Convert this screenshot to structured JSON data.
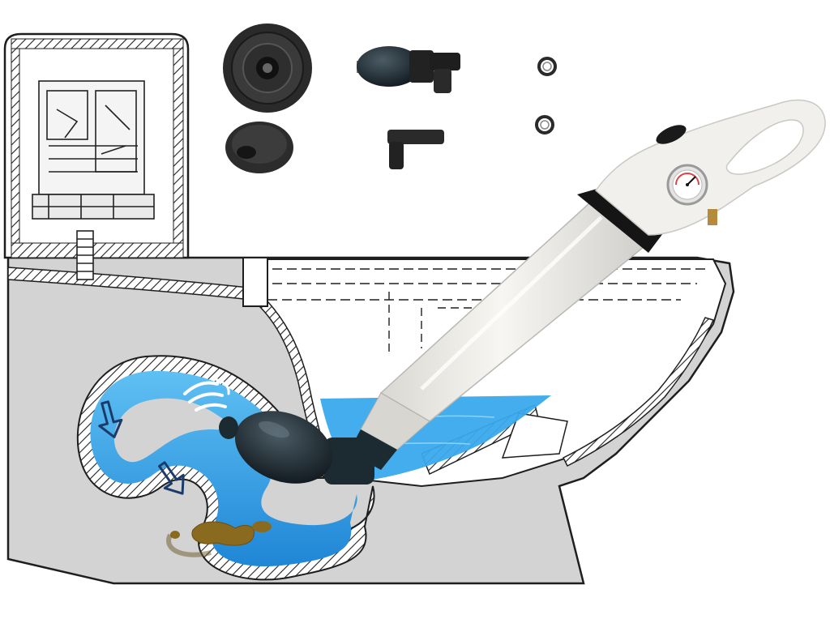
{
  "figure": {
    "colors": {
      "background": "#ffffff",
      "porcelain_cut": "#d3d3d3",
      "outline": "#1e1e1e",
      "water": "#3aa9ec",
      "water_deep": "#1f86d6",
      "blockage": "#8a6a1e",
      "plunger_body": "#f1f0ec",
      "plunger_band": "#151515",
      "rubber": "#1b2a33"
    },
    "components": {
      "tank": "toilet-tank-cutaway",
      "fill_valve": "fill-valve-mechanism",
      "bowl": "toilet-bowl-cross-section",
      "trapway": "trapway-with-water",
      "clog": "clog-blockage",
      "plunger": "air-pressure-plunger",
      "gauge": "pressure-gauge",
      "head": "rubber-bulb-head"
    },
    "accessories": [
      "large-suction-cup",
      "bulb-adapter",
      "small-ring-1",
      "small-suction-cup",
      "elbow-connector",
      "small-ring-2"
    ],
    "flow_indicators": [
      "air-flow-icon",
      "down-arrow-icon",
      "down-arrow-icon"
    ]
  }
}
